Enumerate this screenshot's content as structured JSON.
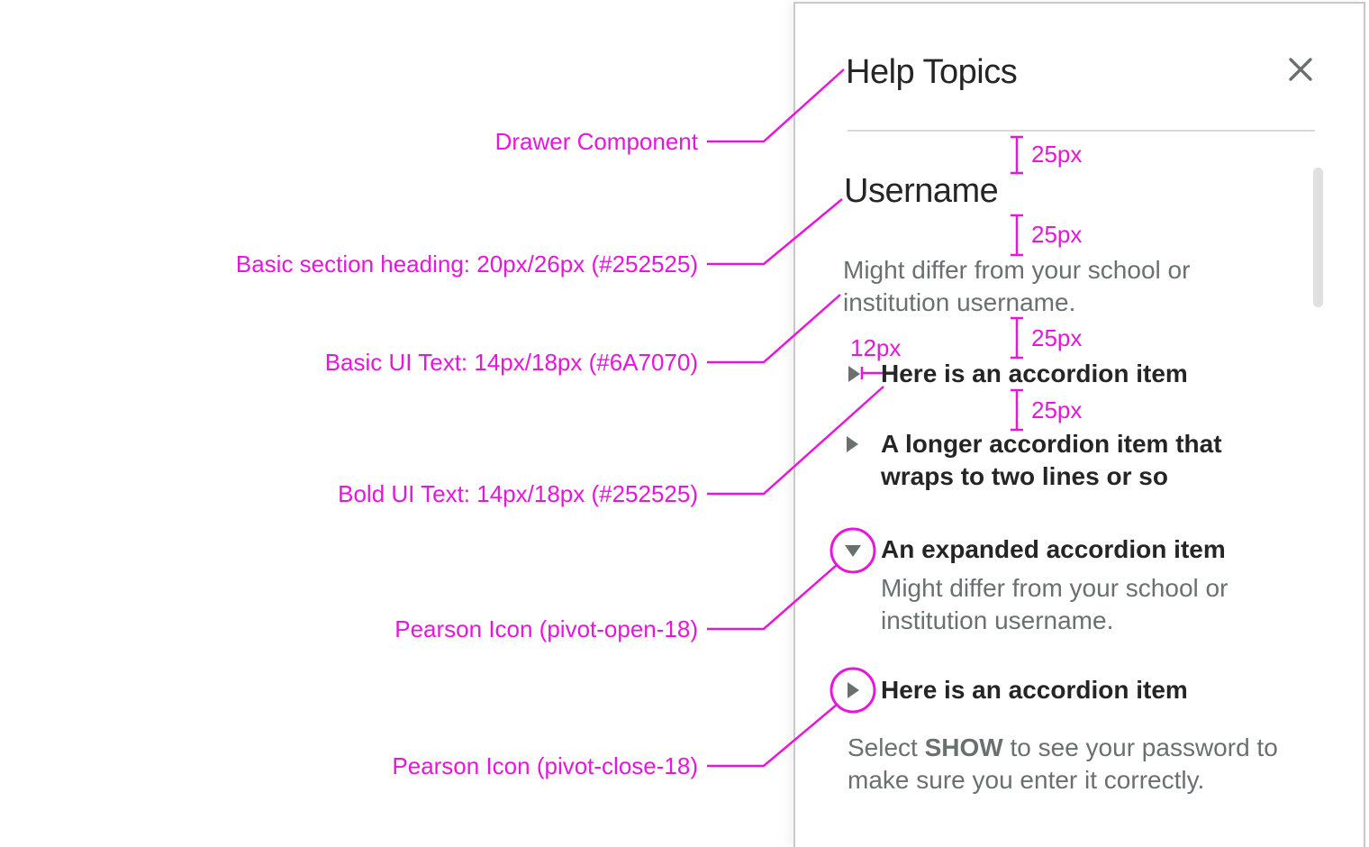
{
  "colors": {
    "annotation": "#E716DC",
    "heading-text": "#252525",
    "body-text": "#6A7070",
    "icon": "#6A7070",
    "divider": "#D9D9D9",
    "scrollbar-thumb": "#E0E0E0",
    "drawer-border": "#C8C8C8",
    "background": "#FFFFFF"
  },
  "drawer": {
    "title": "Help Topics",
    "section": {
      "heading": "Username",
      "body": "Might differ from your school or institution username."
    },
    "accordion": [
      {
        "label": "Here is an accordion item",
        "state": "collapsed",
        "icon": "pivot-close-18"
      },
      {
        "label": "A longer accordion item that wraps to two lines or so",
        "state": "collapsed",
        "icon": "pivot-close-18"
      },
      {
        "label": "An expanded accordion item",
        "state": "expanded",
        "icon": "pivot-open-18",
        "body": "Might differ from your school or institution username."
      },
      {
        "label": "Here is an accordion item",
        "state": "collapsed",
        "icon": "pivot-close-18"
      }
    ],
    "footer_text": {
      "prefix": "Select ",
      "bold": "SHOW",
      "suffix": " to see your password to make sure you enter it correctly."
    }
  },
  "annotations": {
    "labels": [
      {
        "text": "Drawer Component"
      },
      {
        "text": "Basic section heading: 20px/26px (#252525)"
      },
      {
        "text": "Basic UI Text: 14px/18px (#6A7070)"
      },
      {
        "text": "Bold UI Text: 14px/18px (#252525)"
      },
      {
        "text": "Pearson Icon (pivot-open-18)"
      },
      {
        "text": "Pearson Icon (pivot-close-18)"
      }
    ],
    "measurements": {
      "vertical_gap": "25px",
      "icon_gap": "12px"
    }
  }
}
